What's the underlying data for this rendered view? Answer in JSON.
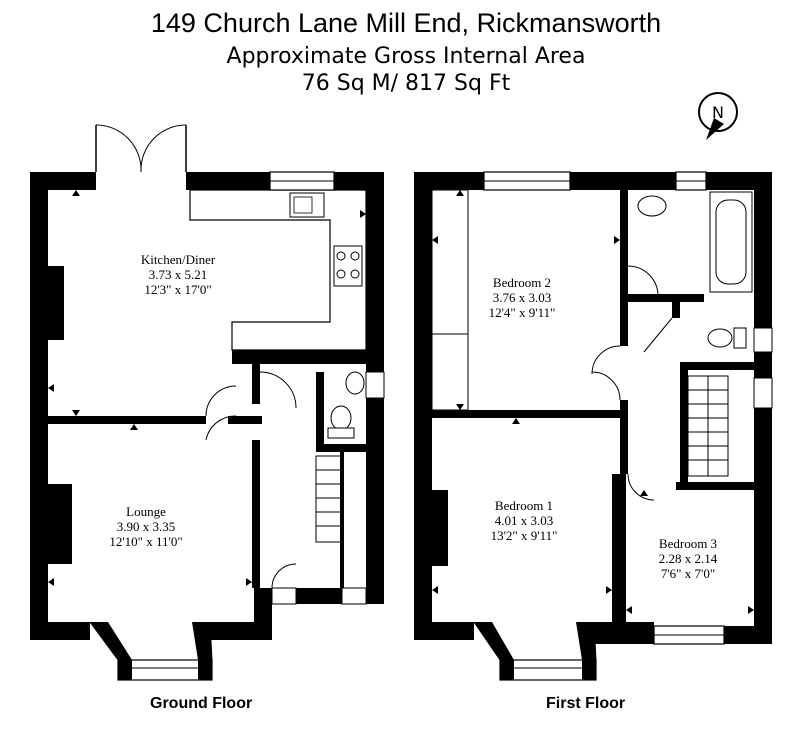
{
  "header": {
    "address": "149 Church Lane Mill End, Rickmansworth",
    "area_label": "Approximate Gross Internal Area",
    "area_value": "76 Sq M/ 817 Sq Ft"
  },
  "compass": {
    "icon": "north-arrow-icon",
    "letter": "N"
  },
  "floors": {
    "ground": {
      "label": "Ground Floor"
    },
    "first": {
      "label": "First Floor"
    }
  },
  "rooms": {
    "kitchen": {
      "name": "Kitchen/Diner",
      "metric": "3.73 x 5.21",
      "imperial": "12'3\" x 17'0\""
    },
    "lounge": {
      "name": "Lounge",
      "metric": "3.90 x 3.35",
      "imperial": "12'10\" x 11'0\""
    },
    "bedroom2": {
      "name": "Bedroom 2",
      "metric": "3.76 x 3.03",
      "imperial": "12'4\" x 9'11\""
    },
    "bedroom1": {
      "name": "Bedroom 1",
      "metric": "4.01 x 3.03",
      "imperial": "13'2\" x 9'11\""
    },
    "bedroom3": {
      "name": "Bedroom 3",
      "metric": "2.28 x 2.14",
      "imperial": "7'6\" x 7'0\""
    }
  },
  "colors": {
    "wall": "#000000",
    "background": "#ffffff",
    "fixture": "#9a9a9a"
  }
}
